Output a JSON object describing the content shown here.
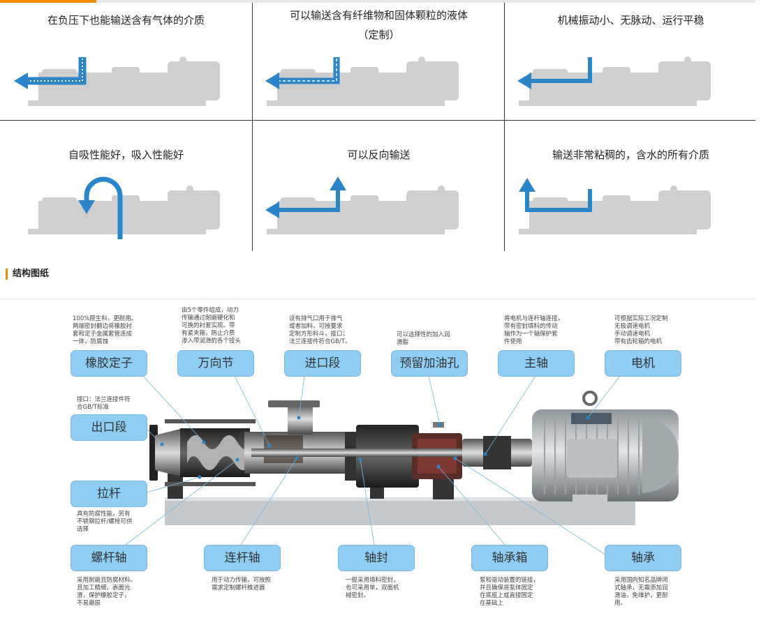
{
  "features": [
    {
      "title": "在负压下也能输送含有气体的介质"
    },
    {
      "title": "可以输送含有纤维物和固体颗粒的液体",
      "subtitle": "（定制）"
    },
    {
      "title": "机械振动小、无脉动、运行平稳"
    },
    {
      "title": "自吸性能好，吸入性能好"
    },
    {
      "title": "可以反向输送"
    },
    {
      "title": "输送非常粘稠的，含水的所有介质"
    }
  ],
  "section_title": "结构图纸",
  "callouts": [
    {
      "id": "rubber-stator",
      "label": "橡胶定子",
      "note": "100%原生料，更耐用。\n两端密封翻边将橡胶衬\n套和定子金属套管连成\n一体，防腐蚀"
    },
    {
      "id": "universal-joint",
      "label": "万向节",
      "note": "由5个零件组成，动力\n传输通过耐磨硬化和\n可换的衬套实现。带\n有紧夹箍，防止介质\n渗入带润滑的各个接头"
    },
    {
      "id": "inlet-section",
      "label": "进口段",
      "note": "设有排气口用于排气\n或者加料，可按要求\n定制方形料斗，接口；\n法兰连接件符合GB/T。"
    },
    {
      "id": "oil-hole",
      "label": "预留加油孔",
      "note": "可以选择性的加入润\n滑脂"
    },
    {
      "id": "main-shaft",
      "label": "主轴",
      "note": "将电机与连杆轴连接，\n带有密封填料的传动\n轴作为一个轴保护套\n件使用"
    },
    {
      "id": "motor",
      "label": "电机",
      "note": "可根据实际工况定制\n无极调速电机\n手动调速电机\n带有齿轮箱的电机"
    },
    {
      "id": "outlet-section",
      "label": "出口段",
      "note": "接口：法兰连接件符\n合GB/T标准"
    },
    {
      "id": "tie-rod",
      "label": "拉杆",
      "note": "具有防腐性能，另有\n不锈钢拉杆/螺栓可供\n选择"
    },
    {
      "id": "screw-shaft",
      "label": "螺杆轴",
      "note": "采用耐磨且防腐材料。\n且加工精细，表面光\n滑，保护橡胶定子，\n不易磨损"
    },
    {
      "id": "connecting-rod",
      "label": "连杆轴",
      "note": "用于动力传输，可按照\n需求定制螺杆推进器"
    },
    {
      "id": "shaft-seal",
      "label": "轴封",
      "note": "一般采用填料密封，\n也可采用单，双面机\n械密封。"
    },
    {
      "id": "bearing-box",
      "label": "轴承箱",
      "note": "泵和驱动装置的链接，\n并且确保将泵体固定\n在底座上或直接固定\n在基础上"
    },
    {
      "id": "bearing",
      "label": "轴承",
      "note": "采用国内知名品牌闭\n式轴承，无需添加润\n滑油，免维护，更耐\n用。"
    }
  ],
  "colors": {
    "accent": "#f08c00",
    "pump_gray": "#cfcfcf",
    "flow_blue": "#2b86c9",
    "label_blue": "#8fcdf3"
  }
}
